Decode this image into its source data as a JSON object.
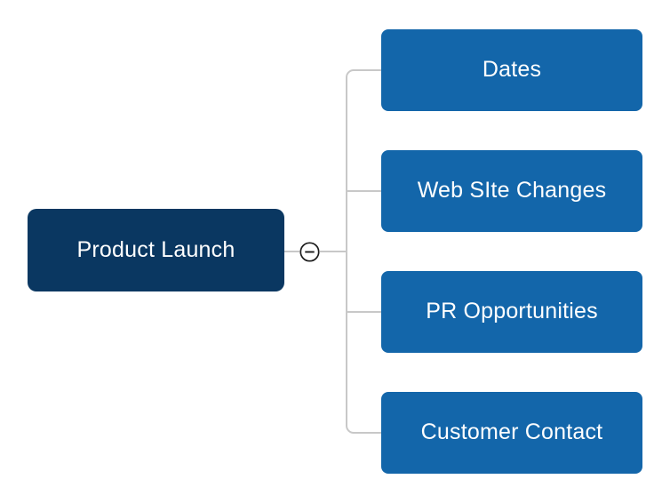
{
  "diagram": {
    "type": "mind-map",
    "orientation": "left-to-right",
    "background_color": "#ffffff",
    "root": {
      "label": "Product Launch",
      "color": "#0a3761",
      "text_color": "#ffffff",
      "expanded": true
    },
    "toggle": {
      "icon": "minus-circle-icon",
      "state": "expanded",
      "symbol": "−",
      "stroke_color": "#1a1a1a"
    },
    "connector": {
      "color": "#c8c8c8",
      "width": 2,
      "corner_radius": 8
    },
    "children": [
      {
        "label": "Dates",
        "color": "#1366aa",
        "text_color": "#ffffff"
      },
      {
        "label": "Web SIte Changes",
        "color": "#1366aa",
        "text_color": "#ffffff"
      },
      {
        "label": "PR Opportunities",
        "color": "#1366aa",
        "text_color": "#ffffff"
      },
      {
        "label": "Customer Contact",
        "color": "#1366aa",
        "text_color": "#ffffff"
      }
    ]
  }
}
